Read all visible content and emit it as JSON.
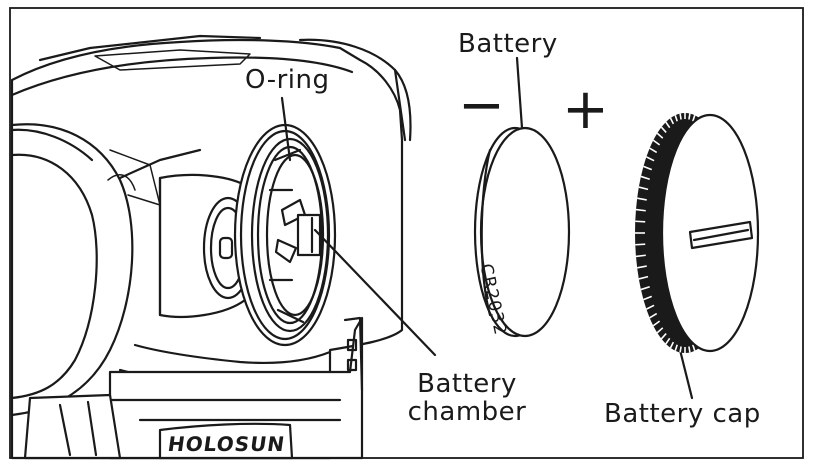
{
  "labels": {
    "o_ring": "O-ring",
    "battery": "Battery",
    "battery_chamber_line1": "Battery",
    "battery_chamber_line2": "chamber",
    "battery_cap": "Battery cap",
    "minus_sign": "−",
    "plus_sign": "+"
  },
  "battery_engraving": "CR2032",
  "logo_text": "HOLOSUN",
  "colors": {
    "ink": "#1a1a1a",
    "background": "#ffffff"
  }
}
